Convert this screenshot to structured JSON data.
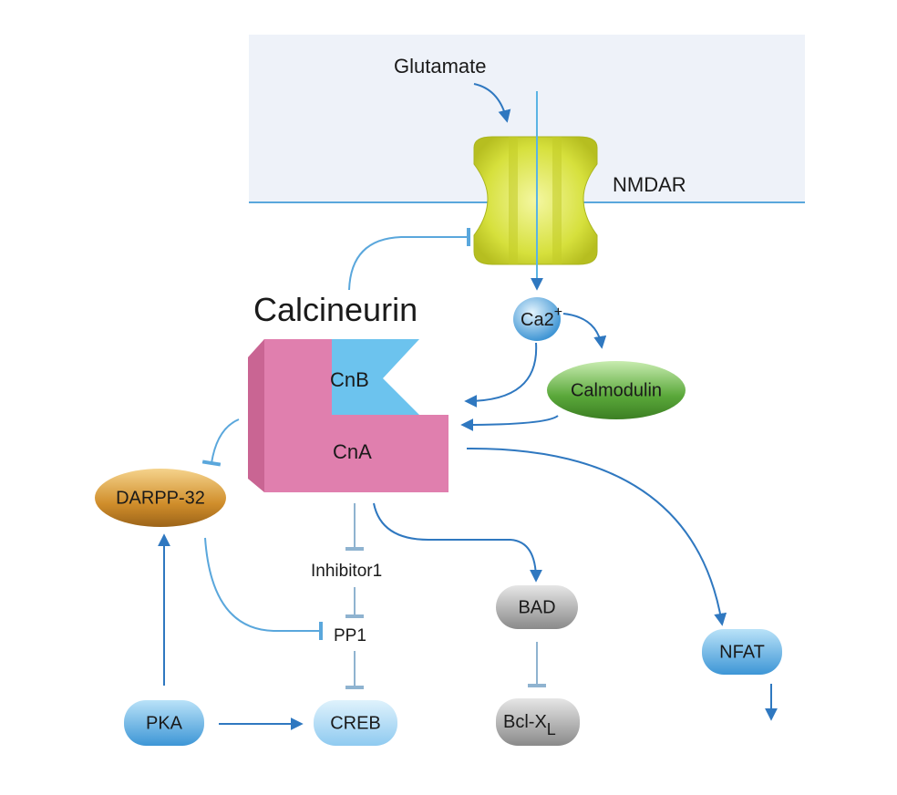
{
  "labels": {
    "glutamate": "Glutamate",
    "nmdar": "NMDAR",
    "calcineurin": "Calcineurin",
    "ca": "Ca2",
    "ca_superscript": "+",
    "calmodulin": "Calmodulin",
    "cnb": "CnB",
    "cna": "CnA",
    "darpp32": "DARPP-32",
    "inhibitor1": "Inhibitor1",
    "pp1": "PP1",
    "bad": "BAD",
    "nfat": "NFAT",
    "pka": "PKA",
    "creb": "CREB",
    "bclx": "Bcl-X",
    "bclx_subscript": "L"
  },
  "colors": {
    "membrane_fill": "#eef2f9",
    "membrane_line": "#5aa7dc",
    "arrow": "#2f78c0",
    "calcineurin": "#e07fae",
    "calcineurin_side": "#c96593",
    "cnb": "#6cc3ee",
    "nmdar": "#d6e03c",
    "calmodulin": "#5aa83a",
    "darpp32": "#c98a2a",
    "blue_node": "#5aaee0",
    "gray_node": "#9a9a9a"
  }
}
